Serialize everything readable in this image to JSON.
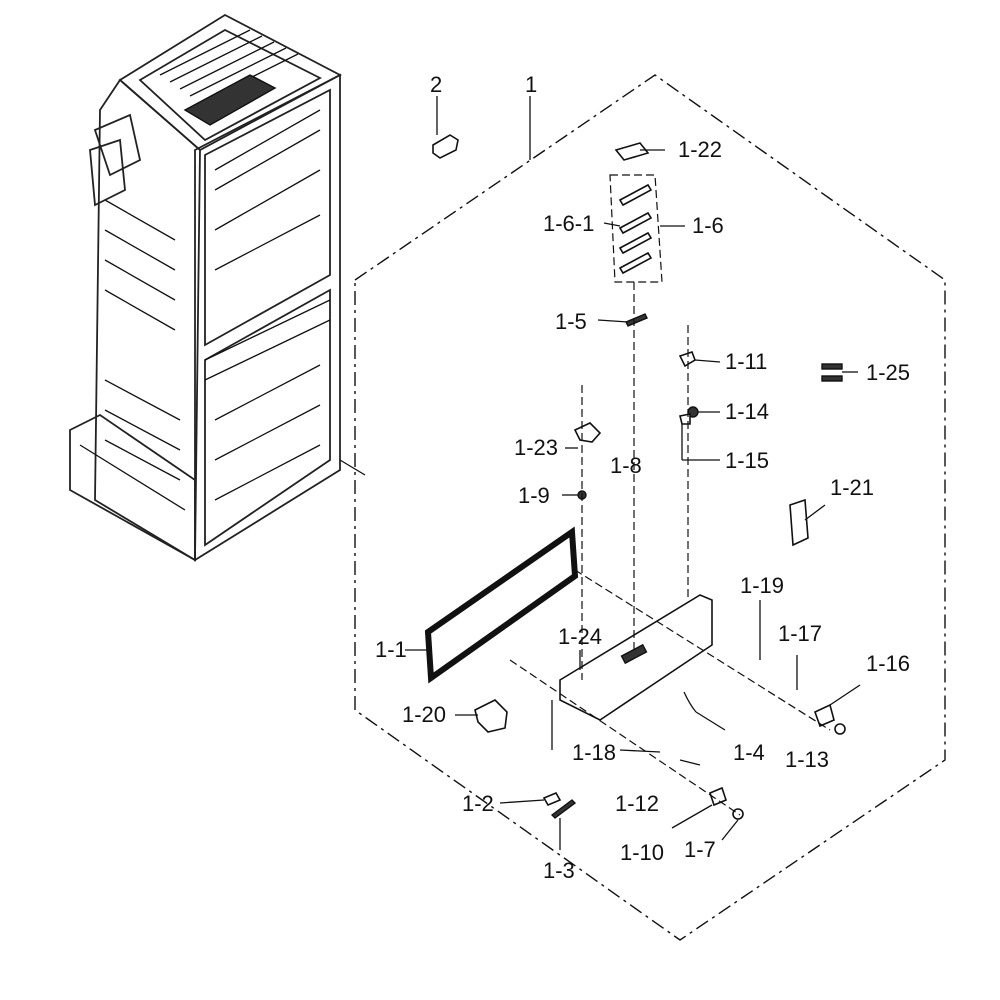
{
  "labels": {
    "l2": "2",
    "l1": "1",
    "l1_22": "1-22",
    "l1_6_1": "1-6-1",
    "l1_6": "1-6",
    "l1_5": "1-5",
    "l1_11": "1-11",
    "l1_25": "1-25",
    "l1_14": "1-14",
    "l1_23": "1-23",
    "l1_8": "1-8",
    "l1_15": "1-15",
    "l1_9": "1-9",
    "l1_21": "1-21",
    "l1_19": "1-19",
    "l1_17": "1-17",
    "l1_24": "1-24",
    "l1_1": "1-1",
    "l1_16": "1-16",
    "l1_20": "1-20",
    "l1_18": "1-18",
    "l1_4": "1-4",
    "l1_13": "1-13",
    "l1_2": "1-2",
    "l1_12": "1-12",
    "l1_10": "1-10",
    "l1_7": "1-7",
    "l1_3": "1-3"
  }
}
